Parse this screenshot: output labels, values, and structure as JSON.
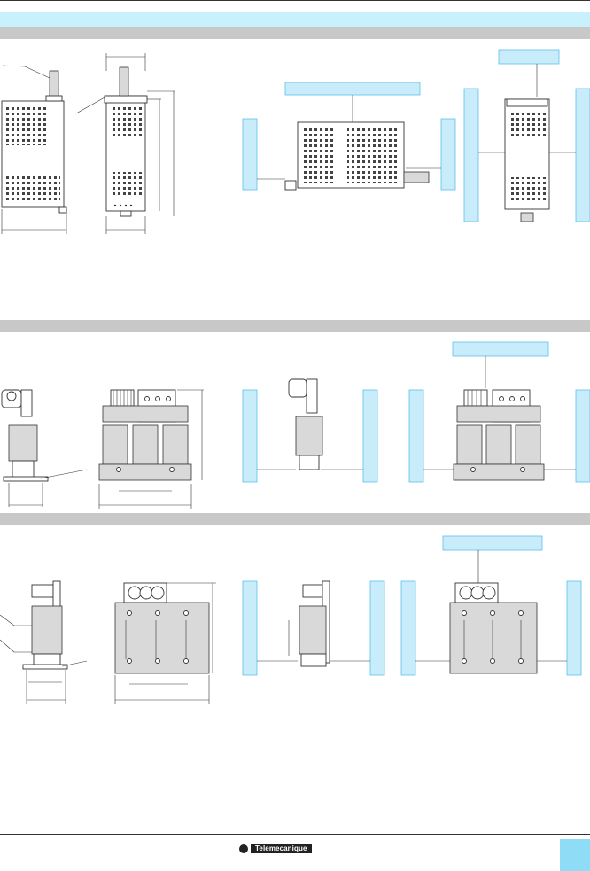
{
  "page": {
    "brand": "Telemecanique",
    "colors": {
      "title_band": "#c9f0fd",
      "section_bar": "#c8c8c8",
      "wall": "#c9ecfa",
      "corner_tab": "#8fdcf6"
    }
  },
  "sections": [
    {
      "name": "section-1",
      "title": ""
    },
    {
      "name": "section-2",
      "title": ""
    },
    {
      "name": "section-3",
      "title": ""
    }
  ]
}
